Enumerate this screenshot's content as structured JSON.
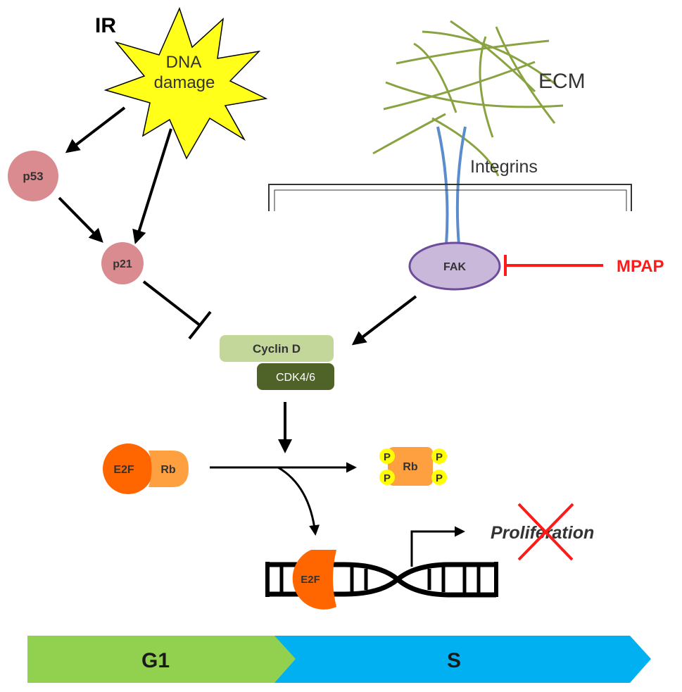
{
  "diagram": {
    "ir_label": "IR",
    "dna_damage_line1": "DNA",
    "dna_damage_line2": "damage",
    "p53": "p53",
    "p21": "p21",
    "ecm": "ECM",
    "integrins": "Integrins",
    "fak": "FAK",
    "mpap": "MPAP",
    "cyclin_d": "Cyclin D",
    "cdk46": "CDK4/6",
    "e2f": "E2F",
    "rb": "Rb",
    "phospho": "P",
    "e2f_dna": "E2F",
    "proliferation": "Proliferation"
  },
  "phase_bar": {
    "g1": "G1",
    "s": "S"
  },
  "colors": {
    "starburst": "#ffff1a",
    "p53_circle": "#d98b8f",
    "fak_fill": "#c9b8da",
    "fak_stroke": "#6d4c9c",
    "mpap_red": "#ff1a1a",
    "ecm_fibers": "#8aa342",
    "integrin_blue": "#5b8ccc",
    "cyclin_d": "#c4d79b",
    "cdk46": "#4f6228",
    "e2f_orange": "#ff6600",
    "rb_orange": "#ffa040",
    "phase_g1": "#92d050",
    "phase_s": "#00b0f0"
  }
}
